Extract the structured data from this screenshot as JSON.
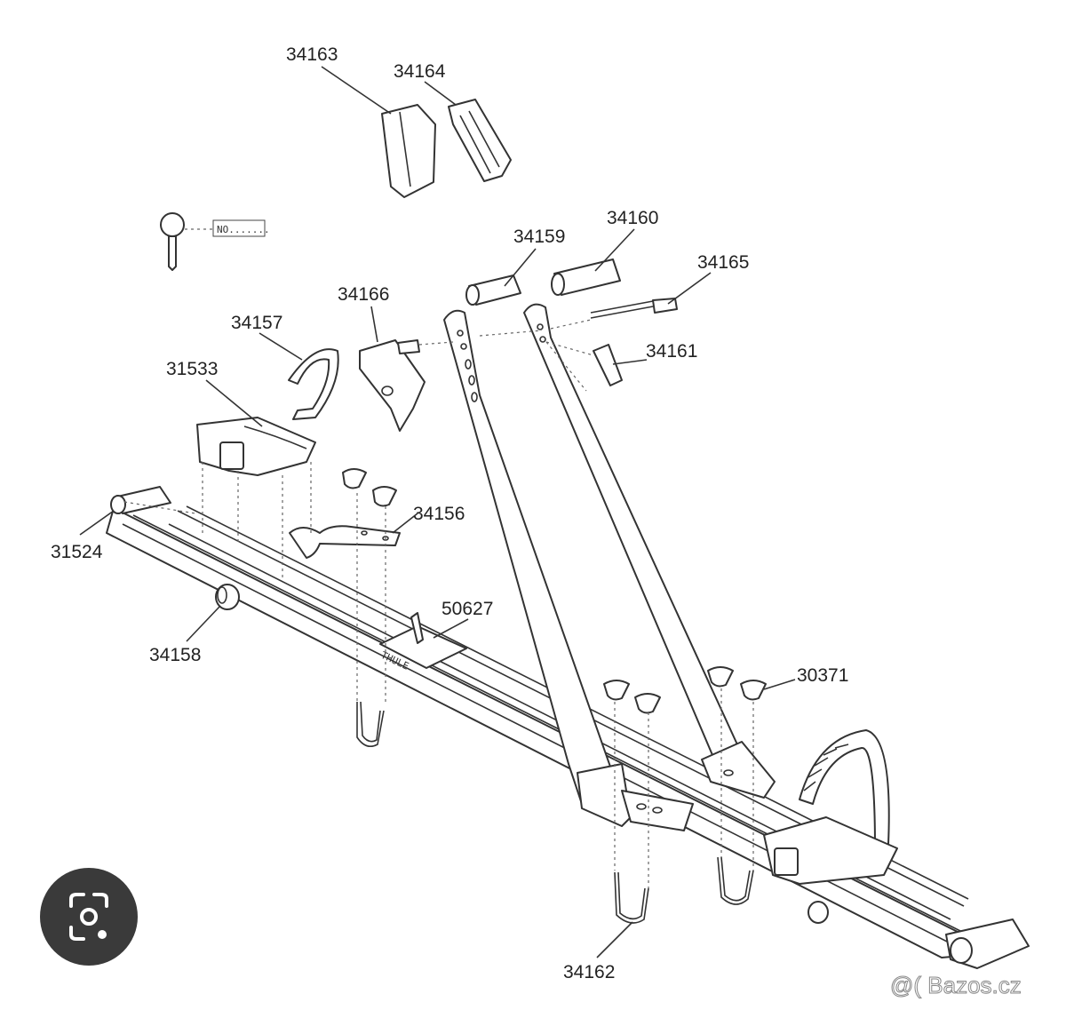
{
  "labels": {
    "p34163": "34163",
    "p34164": "34164",
    "p34159": "34159",
    "p34160": "34160",
    "p34165": "34165",
    "p34166": "34166",
    "p34157": "34157",
    "p31533": "31533",
    "p34161": "34161",
    "p34156": "34156",
    "p31524": "31524",
    "p50627": "50627",
    "p34158": "34158",
    "p30371": "30371",
    "p34162": "34162"
  },
  "key_tag": "NO.......",
  "brand_mark": "THULE",
  "watermark": "@( Bazos.cz",
  "colors": {
    "line": "#333333",
    "lens_button": "#3a3a3a"
  }
}
